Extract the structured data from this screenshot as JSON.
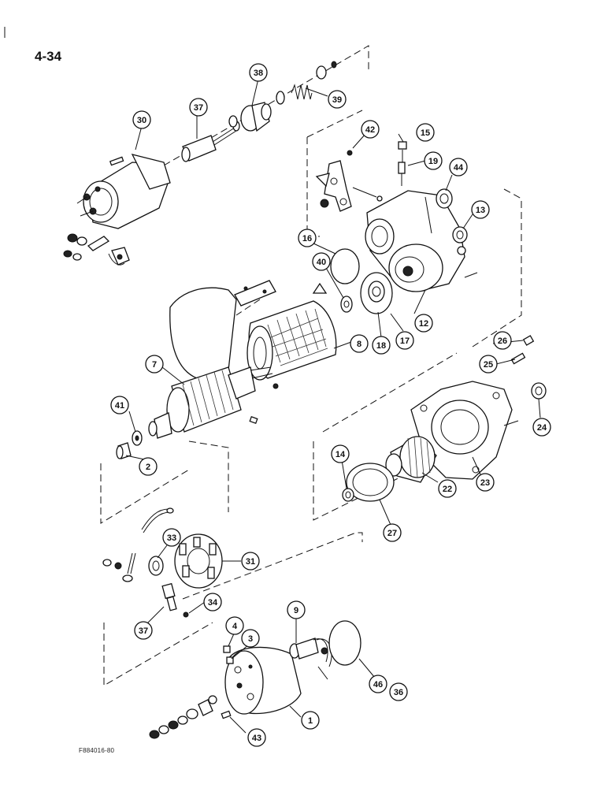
{
  "page": {
    "number": "4-34",
    "figure_id": "F884016-80"
  },
  "callouts": [
    {
      "id": "c30",
      "label": "30"
    },
    {
      "id": "c37a",
      "label": "37"
    },
    {
      "id": "c38",
      "label": "38"
    },
    {
      "id": "c39",
      "label": "39"
    },
    {
      "id": "c42",
      "label": "42"
    },
    {
      "id": "c15",
      "label": "15"
    },
    {
      "id": "c19",
      "label": "19"
    },
    {
      "id": "c44",
      "label": "44"
    },
    {
      "id": "c13",
      "label": "13"
    },
    {
      "id": "c16",
      "label": "16"
    },
    {
      "id": "c40",
      "label": "40"
    },
    {
      "id": "c12",
      "label": "12"
    },
    {
      "id": "c17",
      "label": "17"
    },
    {
      "id": "c18",
      "label": "18"
    },
    {
      "id": "c8",
      "label": "8"
    },
    {
      "id": "c7",
      "label": "7"
    },
    {
      "id": "c26",
      "label": "26"
    },
    {
      "id": "c25",
      "label": "25"
    },
    {
      "id": "c41",
      "label": "41"
    },
    {
      "id": "c24",
      "label": "24"
    },
    {
      "id": "c2",
      "label": "2"
    },
    {
      "id": "c14",
      "label": "14"
    },
    {
      "id": "c22",
      "label": "22"
    },
    {
      "id": "c23",
      "label": "23"
    },
    {
      "id": "c27",
      "label": "27"
    },
    {
      "id": "c33",
      "label": "33"
    },
    {
      "id": "c31",
      "label": "31"
    },
    {
      "id": "c34",
      "label": "34"
    },
    {
      "id": "c37b",
      "label": "37"
    },
    {
      "id": "c9",
      "label": "9"
    },
    {
      "id": "c4",
      "label": "4"
    },
    {
      "id": "c3",
      "label": "3"
    },
    {
      "id": "c46",
      "label": "46"
    },
    {
      "id": "c36",
      "label": "36"
    },
    {
      "id": "c1",
      "label": "1"
    },
    {
      "id": "c43",
      "label": "43"
    }
  ]
}
